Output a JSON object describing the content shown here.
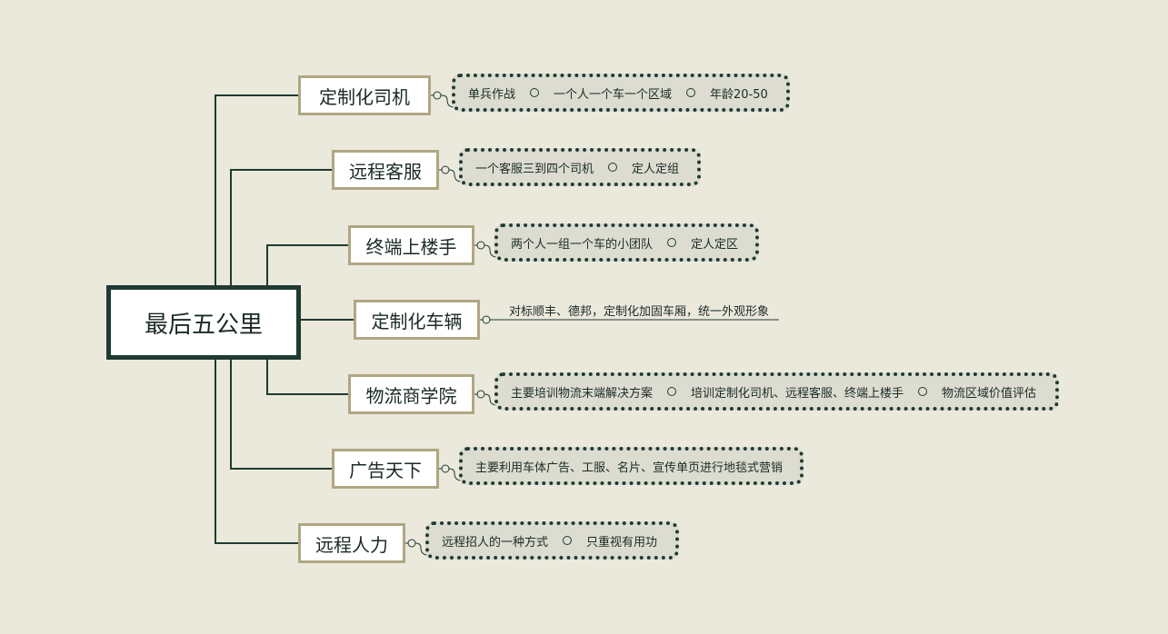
{
  "root": {
    "label": "最后五公里"
  },
  "branches": [
    {
      "label": "定制化司机",
      "children": [
        "单兵作战",
        "一个人一个车一个区域",
        "年龄20-50"
      ]
    },
    {
      "label": "远程客服",
      "children": [
        "一个客服三到四个司机",
        "定人定组"
      ]
    },
    {
      "label": "终端上楼手",
      "children": [
        "两个人一组一个车的小团队",
        "定人定区"
      ]
    },
    {
      "label": "定制化车辆",
      "note": "对标顺丰、德邦，定制化加固车厢，统一外观形象"
    },
    {
      "label": "物流商学院",
      "children": [
        "主要培训物流末端解决方案",
        "培训定制化司机、远程客服、终端上楼手",
        "物流区域价值评估"
      ]
    },
    {
      "label": "广告天下",
      "children": [
        "主要利用车体广告、工服、名片、宣传单页进行地毯式营销"
      ]
    },
    {
      "label": "远程人力",
      "children": [
        "远程招人的一种方式",
        "只重视有用功"
      ]
    }
  ],
  "colors": {
    "line": "#1f3a33",
    "branch_border": "#b0a782",
    "background": "#ebe8dc",
    "group_fill": "#dcdcd0"
  }
}
